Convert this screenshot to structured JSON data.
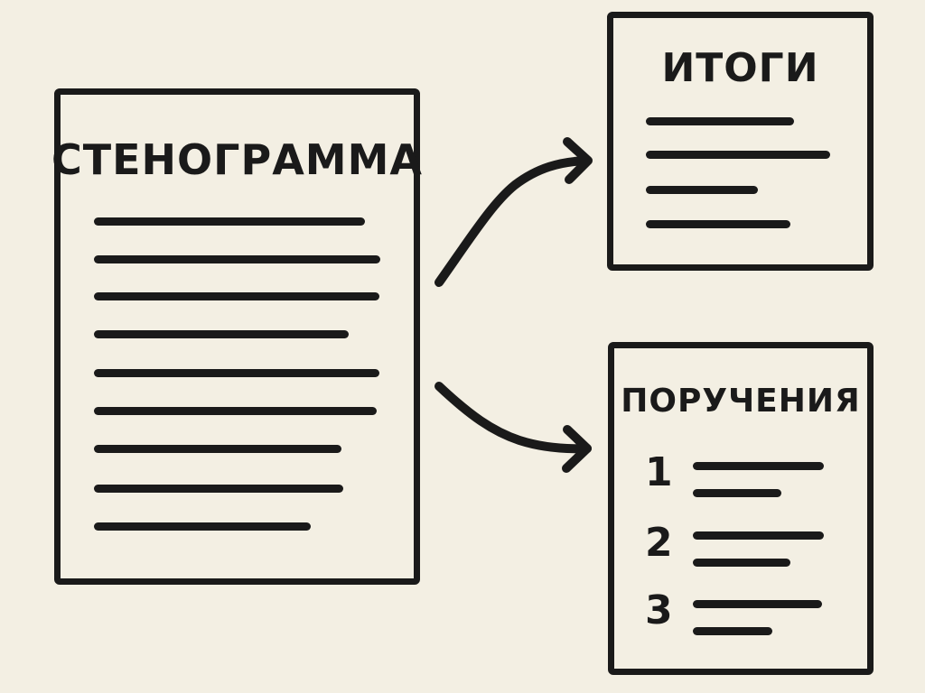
{
  "diagram": {
    "background": "#f3efe3",
    "stroke_color": "#1a1a1a",
    "source_doc": {
      "title": "СТЕНОГРАММА",
      "line_count": 9
    },
    "outputs": [
      {
        "title": "ИТОГИ",
        "line_count": 4
      },
      {
        "title": "ПОРУЧЕНИЯ",
        "items": [
          "1",
          "2",
          "3"
        ]
      }
    ],
    "arrows": [
      {
        "from": "СТЕНОГРАММА",
        "to": "ИТОГИ"
      },
      {
        "from": "СТЕНОГРАММА",
        "to": "ПОРУЧЕНИЯ"
      }
    ]
  }
}
